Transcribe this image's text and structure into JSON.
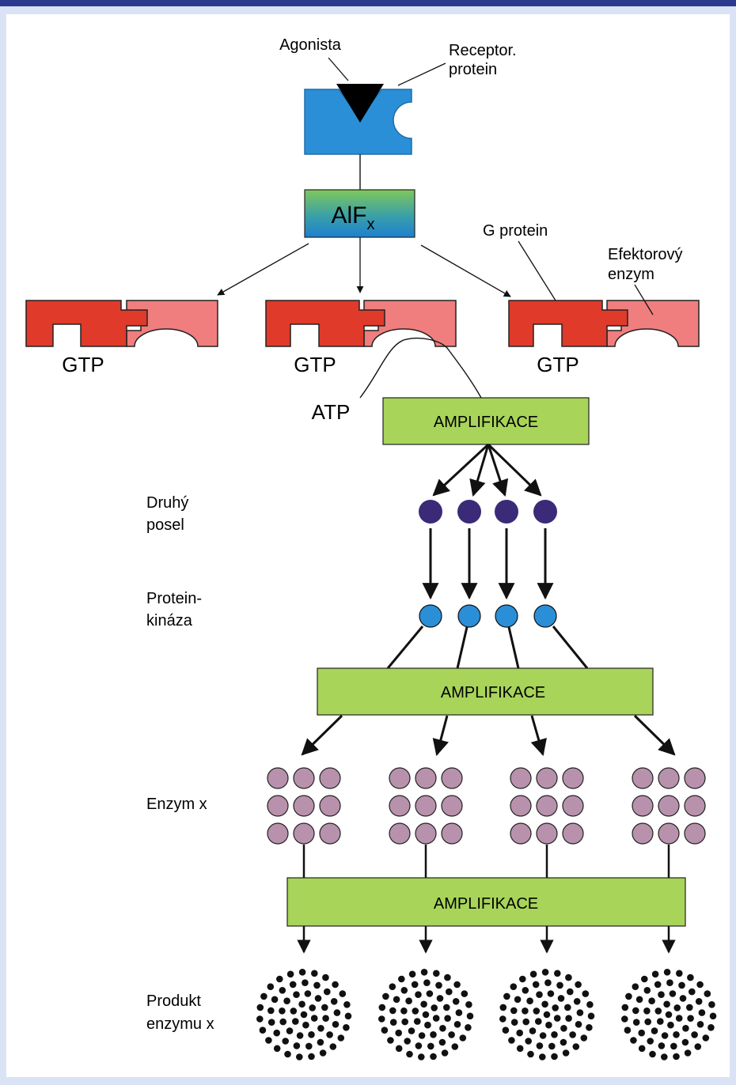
{
  "labels": {
    "agonist": "Agonista",
    "receptor_line1": "Receptor.",
    "receptor_line2": "protein",
    "alfx_main": "AlF",
    "alfx_sub": "x",
    "g_protein": "G protein",
    "effector_line1": "Efektorový",
    "effector_line2": "enzym",
    "gtp": "GTP",
    "atp": "ATP",
    "amplification": "AMPLIFIKACE",
    "second_messenger_line1": "Druhý",
    "second_messenger_line2": "posel",
    "protein_kinase_line1": "Protein-",
    "protein_kinase_line2": "kináza",
    "enzyme_x": "Enzym x",
    "product_line1": "Produkt",
    "product_line2": "enzymu x"
  },
  "colors": {
    "receptor": "#2a8fd6",
    "g_protein_dark": "#e03a2a",
    "effector_light": "#f07e7e",
    "amplification_box": "#a8d45a",
    "second_messenger": "#3a2a78",
    "protein_kinase": "#2a8fd6",
    "enzyme_x": "#b892ac",
    "product": "#111111",
    "frame": "#d9e3f5",
    "top_band": "#2b3a8f"
  }
}
